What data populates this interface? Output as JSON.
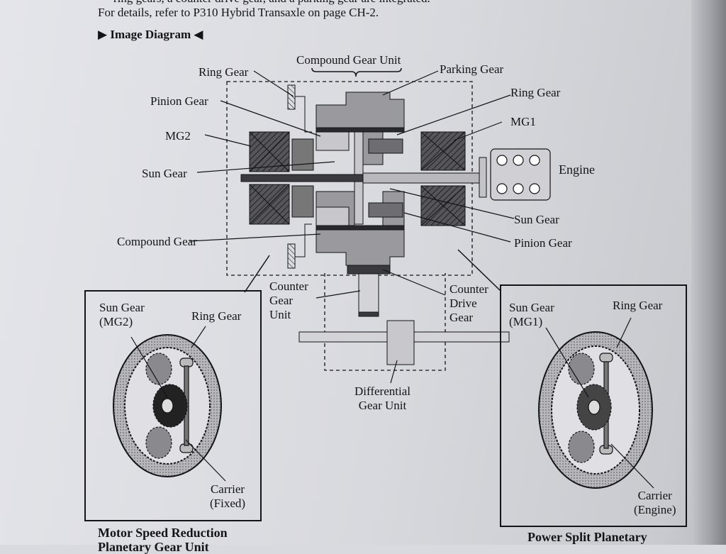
{
  "intro": {
    "line_top": "ring gears, a counter drive gear, and a parking gear are integrated.",
    "line_details": "For details, refer to P310 Hybrid Transaxle on page CH-2."
  },
  "section_heading": "Image Diagram",
  "main_diagram": {
    "compound_gear_unit": "Compound Gear Unit",
    "parking_gear": "Parking Gear",
    "ring_gear_left": "Ring Gear",
    "pinion_gear_left": "Pinion Gear",
    "mg2": "MG2",
    "sun_gear_left": "Sun Gear",
    "compound_gear": "Compound Gear",
    "ring_gear_right": "Ring Gear",
    "mg1": "MG1",
    "engine": "Engine",
    "sun_gear_right": "Sun Gear",
    "pinion_gear_right": "Pinion Gear",
    "counter_gear_unit": [
      "Counter",
      "Gear",
      "Unit"
    ],
    "counter_drive_gear": [
      "Counter",
      "Drive",
      "Gear"
    ],
    "differential_gear_unit": [
      "Differential",
      "Gear Unit"
    ]
  },
  "left_inset": {
    "sun_gear": [
      "Sun Gear",
      "(MG2)"
    ],
    "ring_gear": "Ring Gear",
    "carrier": [
      "Carrier",
      "(Fixed)"
    ],
    "caption": [
      "Motor Speed Reduction",
      "Planetary Gear Unit"
    ]
  },
  "right_inset": {
    "sun_gear": [
      "Sun Gear",
      "(MG1)"
    ],
    "ring_gear": "Ring Gear",
    "carrier": [
      "Carrier",
      "(Engine)"
    ],
    "caption": "Power Split Planetary"
  },
  "colors": {
    "ink": "#141418",
    "paper": "#dcdde2",
    "gear_dark": "#6e6e72",
    "gear_medium": "#9a9a9e",
    "gear_light": "#c8c8cc",
    "stator_hatch": "#3a3a3e"
  }
}
